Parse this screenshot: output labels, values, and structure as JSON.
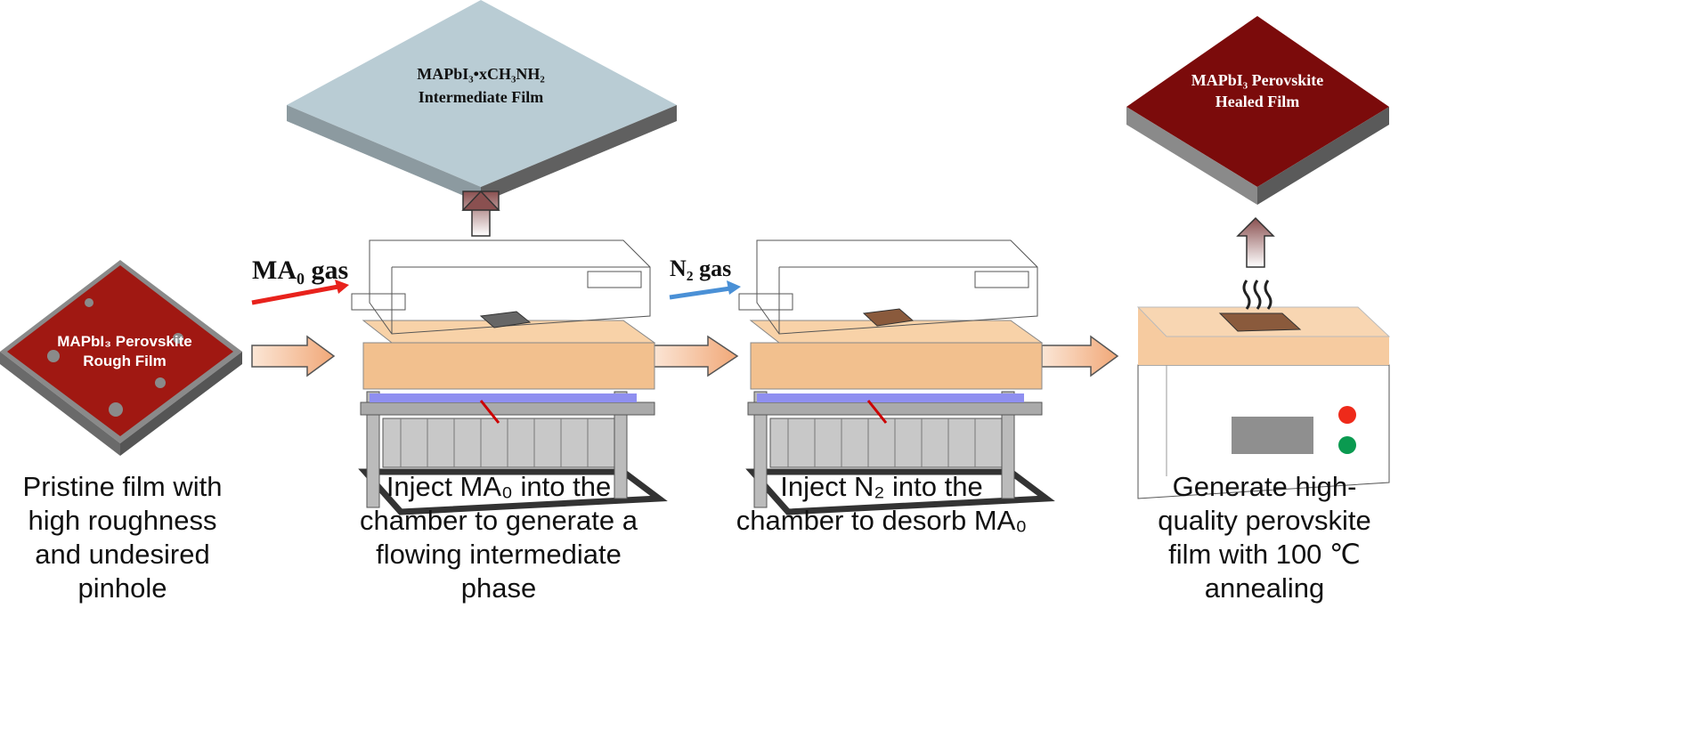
{
  "films": {
    "rough": {
      "line1": "MAPbI₃ Perovskite",
      "line2": "Rough Film",
      "color": "#a01812"
    },
    "intermediate": {
      "line1": "MAPbI₃•xCH₃NH₂",
      "line2": "Intermediate Film",
      "color": "#b9ccd4"
    },
    "healed": {
      "line1": "MAPbI₃ Perovskite",
      "line2": "Healed Film",
      "color": "#7b0b0b"
    }
  },
  "gases": {
    "ma0": "MA₀ gas",
    "n2": "N₂ gas",
    "ma0_color": "#e8221c",
    "n2_color": "#4a90d6"
  },
  "captions": [
    "Pristine film with\nhigh roughness\nand undesired\npinhole",
    "Inject MA₀ into the\nchamber to generate a\nflowing intermediate\nphase",
    "Inject N₂ into the\nchamber to desorb MA₀",
    "Generate high-\nquality perovskite\nfilm with 100 ℃\nannealing"
  ]
}
